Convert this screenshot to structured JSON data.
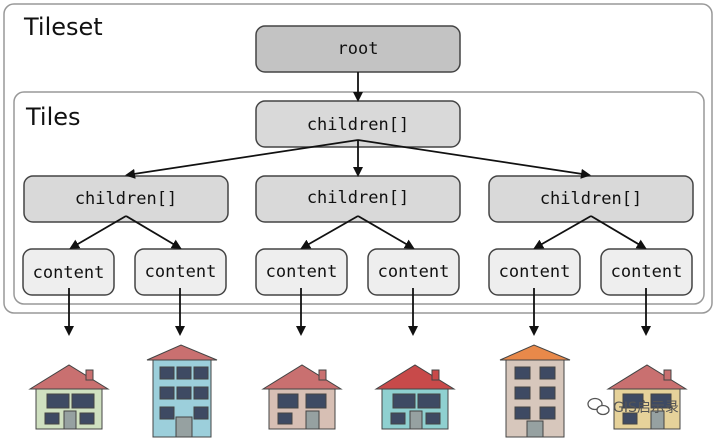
{
  "tileset": {
    "label": "Tileset",
    "root_label": "root"
  },
  "tiles": {
    "label": "Tiles",
    "top_children_label": "children[]",
    "groups": [
      {
        "children_label": "children[]",
        "contents": [
          "content",
          "content"
        ]
      },
      {
        "children_label": "children[]",
        "contents": [
          "content",
          "content"
        ]
      },
      {
        "children_label": "children[]",
        "contents": [
          "content",
          "content"
        ]
      }
    ]
  },
  "buildings": [
    {
      "roof": "#c97070",
      "wall": "#cfe0c0"
    },
    {
      "roof": "#c97070",
      "wall": "#9ccfdb"
    },
    {
      "roof": "#c97070",
      "wall": "#d7bfb4"
    },
    {
      "roof": "#c84a4a",
      "wall": "#8fd0d0"
    },
    {
      "roof": "#e8894a",
      "wall": "#d7c7bc"
    },
    {
      "roof": "#c97070",
      "wall": "#e6d29a"
    }
  ],
  "watermark": {
    "text": "GIS启示录",
    "icon": "wechat-icon"
  }
}
